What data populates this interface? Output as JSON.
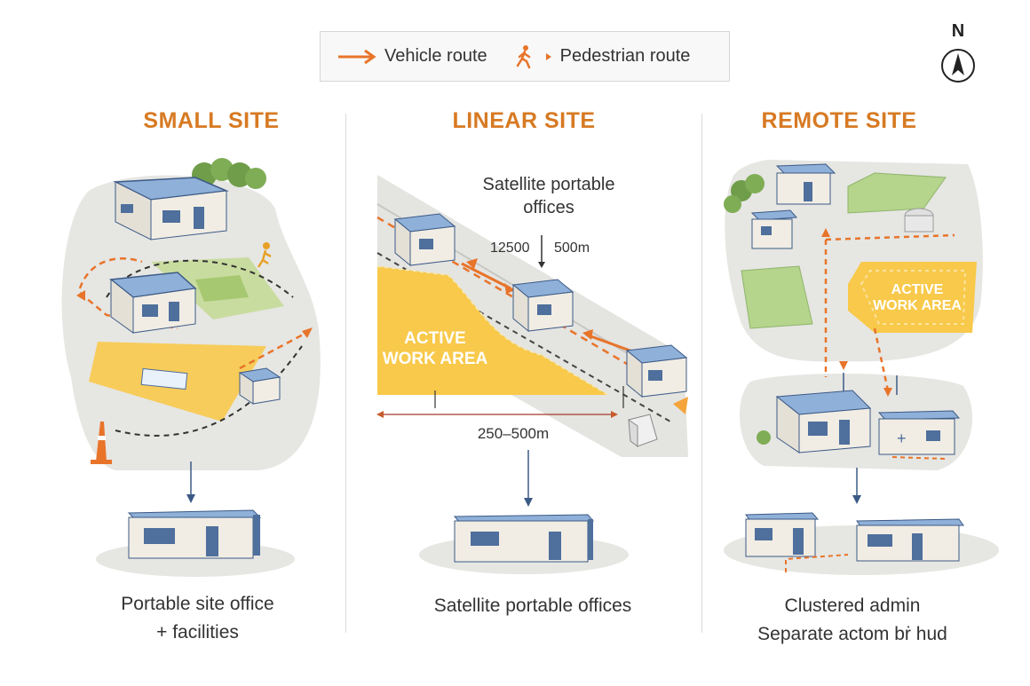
{
  "legend": {
    "vehicle_label": "Vehicle route",
    "pedestrian_label": "Pedestrian route"
  },
  "compass": {
    "label": "N"
  },
  "colors": {
    "orange": "#e8742a",
    "title_orange": "#d77a23",
    "yellow": "#f6c337",
    "building_blue": "#4f6f9c",
    "roof_blue": "#8fb0d8",
    "green": "#9cc46a"
  },
  "panels": {
    "small": {
      "title": "SMALL SITE",
      "caption_line1": "Portable site office",
      "caption_line2": "+ facilities"
    },
    "linear": {
      "title": "LINEAR SITE",
      "label_offices_line1": "Satellite portable",
      "label_offices_line2": "offices",
      "spacing_label_left": "12500",
      "spacing_label_right": "500m",
      "work_area_line1": "ACTIVE",
      "work_area_line2": "WORK AREA",
      "length_label": "250–500m",
      "caption": "Satellite portable offices"
    },
    "remote": {
      "title": "REMOTE SITE",
      "work_area_line1": "ACTIVE",
      "work_area_line2": "WORK AREA",
      "caption_line1": "Clustered admin",
      "caption_line2": "Separate actom bṙ hud"
    }
  }
}
